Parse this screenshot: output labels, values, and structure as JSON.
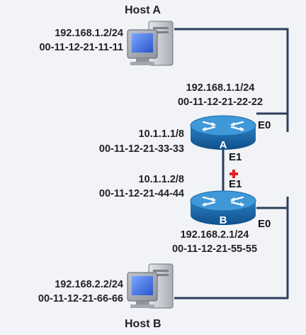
{
  "hosts": {
    "a": {
      "name": "Host A",
      "ip": "192.168.1.2/24",
      "mac": "00-11-12-21-11-11"
    },
    "b": {
      "name": "Host B",
      "ip": "192.168.2.2/24",
      "mac": "00-11-12-21-66-66"
    }
  },
  "routers": {
    "a": {
      "name": "A",
      "e0": {
        "label": "E0",
        "ip": "192.168.1.1/24",
        "mac": "00-11-12-21-22-22"
      },
      "e1": {
        "label": "E1",
        "ip": "10.1.1.1/8",
        "mac": "00-11-12-21-33-33"
      }
    },
    "b": {
      "name": "B",
      "e0": {
        "label": "E0",
        "ip": "192.168.2.1/24",
        "mac": "00-11-12-21-55-55"
      },
      "e1": {
        "label": "E1",
        "ip": "10.1.1.2/8",
        "mac": "00-11-12-21-44-44"
      }
    }
  },
  "colors": {
    "link": "#2c3e5a",
    "router": "#1a6fb5",
    "router_top": "#3f98d8",
    "marker": "#e02020"
  }
}
